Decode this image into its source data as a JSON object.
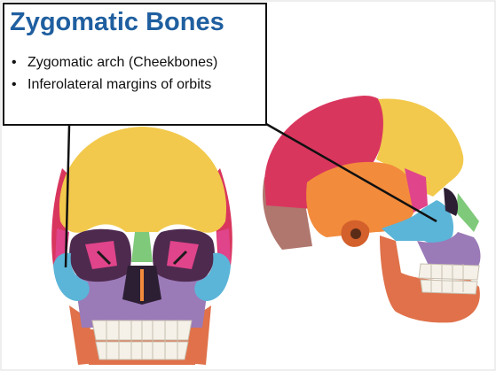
{
  "callout": {
    "title": "Zygomatic Bones",
    "bullets": [
      "Zygomatic arch (Cheekbones)",
      "Inferolateral margins of orbits"
    ],
    "bullet_glyph": "•",
    "title_color": "#1f5fa0"
  },
  "colors": {
    "frontal": "#f2c94c",
    "parietal": "#d9365e",
    "zygomatic": "#5bb5d8",
    "temporal": "#f28b3c",
    "maxilla": "#9b7ab8",
    "mandible": "#e0714a",
    "sphenoid": "#e0448a",
    "occipital": "#b0776e",
    "nasal": "#7fc97a",
    "teeth": "#f5f1e8",
    "leader_line": "#111111"
  }
}
